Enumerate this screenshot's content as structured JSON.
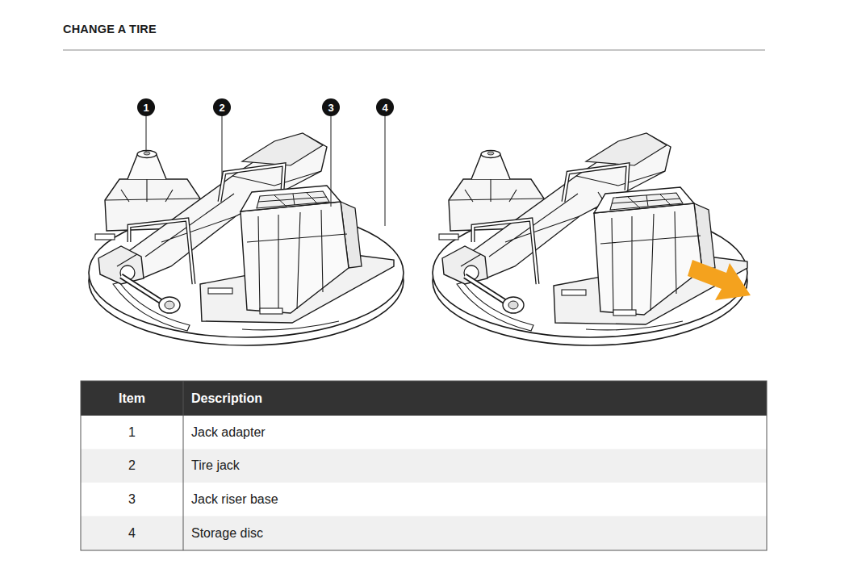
{
  "diagram": {
    "title": "CHANGE A TIRE",
    "labels": [
      "1",
      "2",
      "3",
      "4",
      "Item",
      "Description",
      "1",
      "Jack adapter",
      "2",
      "Tire jack",
      "3",
      "Jack riser base",
      "4",
      "Storage disc"
    ]
  }
}
